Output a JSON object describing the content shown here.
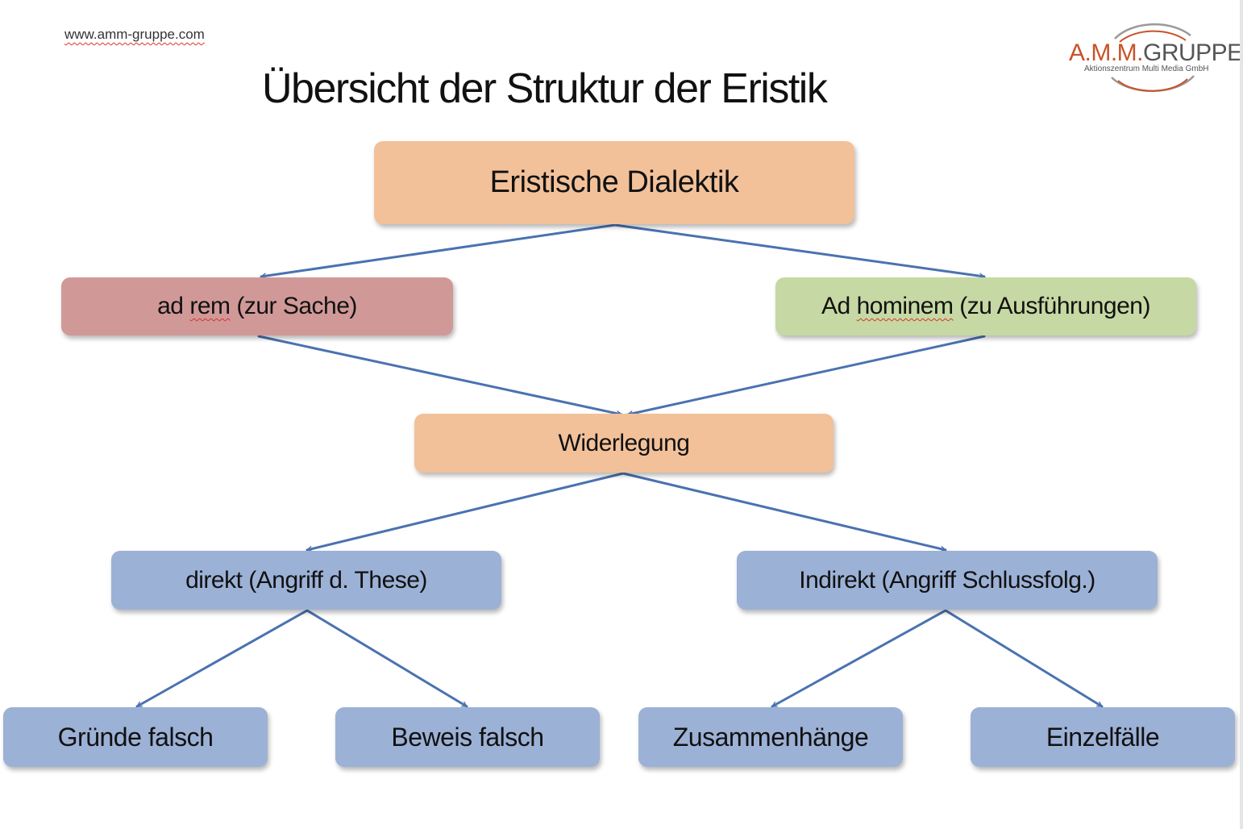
{
  "header": {
    "url": "www.amm-gruppe.com",
    "title": "Übersicht der Struktur der Eristik"
  },
  "logo": {
    "brand_amm": "A.M.M.",
    "brand_gruppe": "GRUPPE",
    "subtitle": "Aktionszentrum Multi Media GmbH"
  },
  "nodes": {
    "root": "Eristische Dialektik",
    "adrem": {
      "pre": "ad ",
      "spell": "rem",
      "post": " (zur Sache)"
    },
    "adhominem": {
      "pre": "Ad ",
      "spell": "hominem",
      "post": " (zu Ausführungen)"
    },
    "widerlegung": "Widerlegung",
    "direkt": "direkt (Angriff d. These)",
    "indirekt": "Indirekt (Angriff Schlussfolg.)",
    "gruende": "Gründe falsch",
    "beweis": "Beweis falsch",
    "zusammenhaenge": "Zusammenhänge",
    "einzelfaelle": "Einzelfälle"
  },
  "colors": {
    "orange": "#f2c19a",
    "red": "#d09998",
    "green": "#c6d8a3",
    "blue": "#9cb1d6",
    "arrow": "#4a72b0",
    "logo_accent": "#c8532a"
  }
}
